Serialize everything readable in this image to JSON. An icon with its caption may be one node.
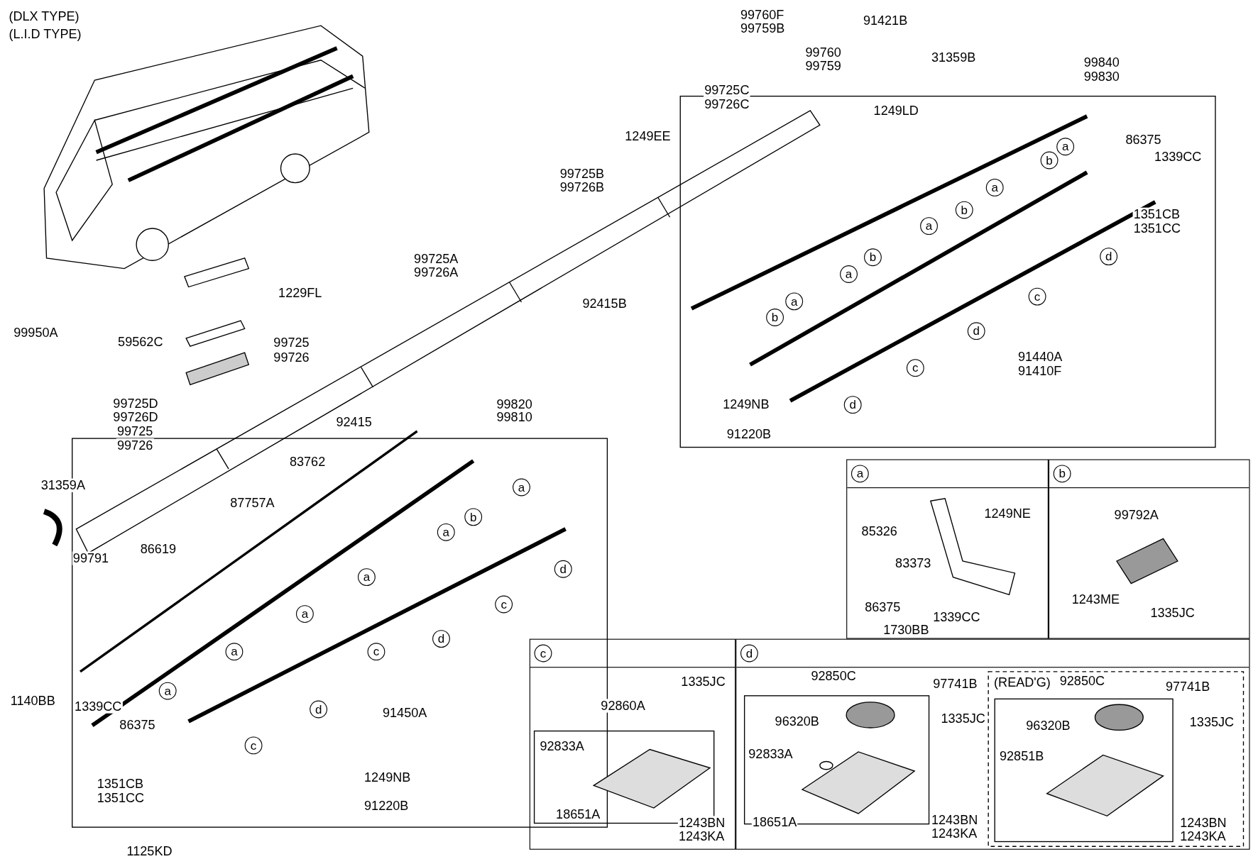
{
  "diagram": {
    "nodes": [
      {
        "text": [
          "a"
        ]
      },
      {
        "text": [
          "b"
        ]
      },
      {
        "text": [
          "c"
        ]
      },
      {
        "text": [
          "d"
        ]
      }
    ],
    "edges": [],
    "labels": [
      "(DLX TYPE)",
      "(L.I.D TYPE)",
      "99760F",
      "99759B",
      "91421B",
      "99760",
      "99759",
      "31359B",
      "99840",
      "99830",
      "99725C",
      "99726C",
      "1249LD",
      "1249EE",
      "86375",
      "1339CC",
      "99725B",
      "99726B",
      "1351CB",
      "1351CC",
      "99725A",
      "99726A",
      "1229FL",
      "92415B",
      "99950A",
      "59562C",
      "99725",
      "99726",
      "91440A",
      "91410F",
      "99725D",
      "99726D",
      "99725",
      "99726",
      "99820",
      "1249NB",
      "99810",
      "92415",
      "91220B",
      "83762",
      "31359A",
      "87757A",
      "86619",
      "99791",
      "1140BB",
      "1339CC",
      "86375",
      "91450A",
      "1249NB",
      "1351CB",
      "1351CC",
      "91220B",
      "1125KD",
      "1249NE",
      "85326",
      "83373",
      "86375",
      "1339CC",
      "1730BB",
      "99792A",
      "1243ME",
      "1335JC",
      "1335JC",
      "92860A",
      "92833A",
      "18651A",
      "1243BN",
      "1243KA",
      "92850C",
      "97741B",
      "96320B",
      "1335JC",
      "92833A",
      "18651A",
      "1243BN",
      "1243KA",
      "(READ'G)",
      "92850C",
      "97741B",
      "96320B",
      "1335JC",
      "92851B",
      "1243BN",
      "1243KA",
      "a",
      "b",
      "a",
      "b",
      "a",
      "b",
      "d",
      "a",
      "c",
      "a",
      "b",
      "d",
      "c",
      "d",
      "a",
      "b",
      "a",
      "d",
      "a",
      "c",
      "a",
      "d",
      "a",
      "c",
      "a",
      "d",
      "c"
    ]
  }
}
